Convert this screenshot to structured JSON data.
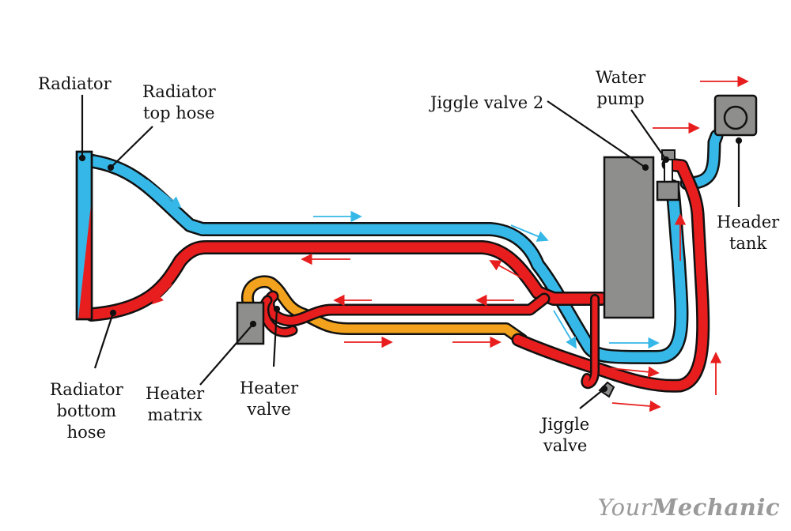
{
  "labels": {
    "radiator": "Radiator",
    "radiator_top_hose": [
      "Radiator",
      "top hose"
    ],
    "radiator_bottom_hose": [
      "Radiator",
      "bottom",
      "hose"
    ],
    "heater_matrix": [
      "Heater",
      "matrix"
    ],
    "heater_valve": [
      "Heater",
      "valve"
    ],
    "jiggle_valve": [
      "Jiggle",
      "valve"
    ],
    "jiggle_valve_2": "Jiggle valve 2",
    "water_pump": [
      "Water",
      "pump"
    ],
    "header_tank": [
      "Header",
      "tank"
    ]
  },
  "watermark": {
    "part1": "Your",
    "part2": "Mechanic"
  },
  "colors": {
    "cold": "#35b8e8",
    "hot": "#e81e1e",
    "heater": "#f2a21c",
    "component": "#8e8e8c",
    "outline": "#111111"
  }
}
